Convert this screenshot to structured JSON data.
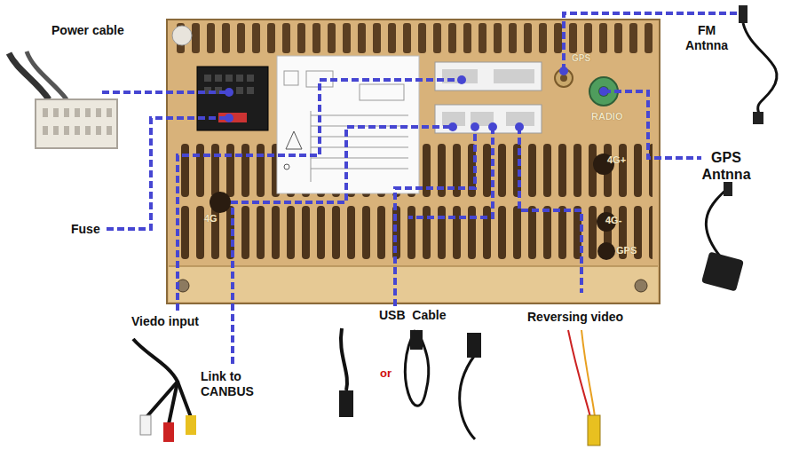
{
  "diagram": {
    "labels": [
      "Power cable",
      "FM Antnna",
      "GPS Antnna",
      "Fuse",
      "Viedo input",
      "Link to CANBUS",
      "USB  Cable",
      "or",
      "Reversing video",
      "GPS",
      "RADIO",
      "4G+",
      "4G-",
      "GPS",
      "4G"
    ]
  }
}
